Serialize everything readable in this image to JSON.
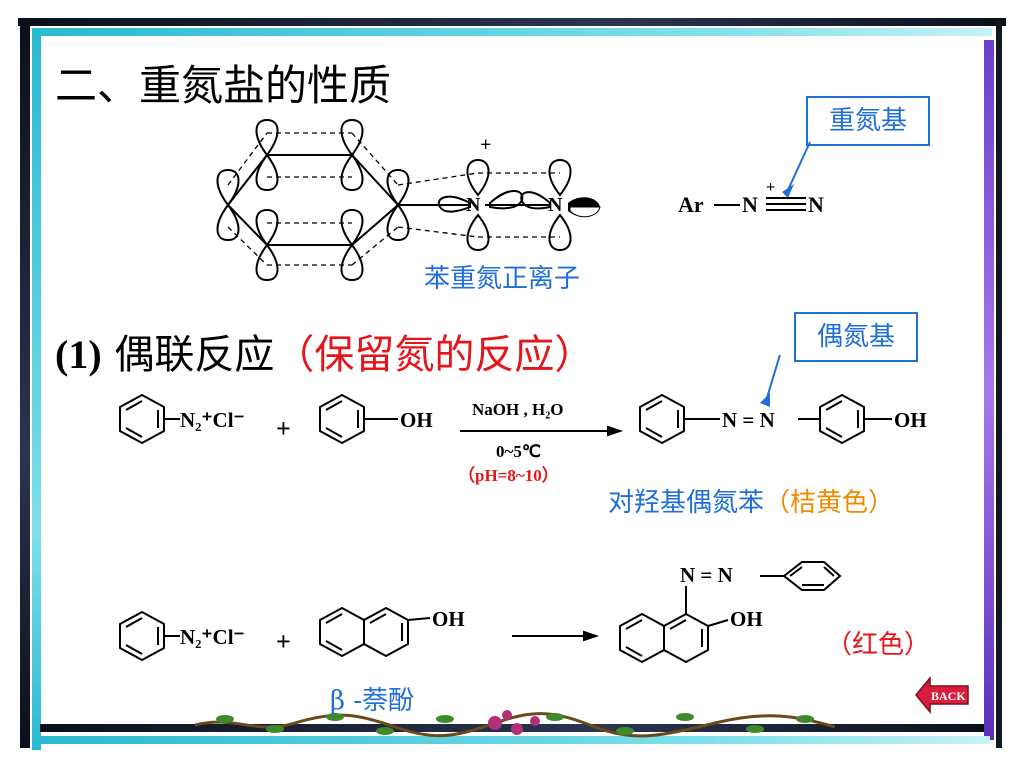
{
  "slide": {
    "title": "二、重氮盐的性质",
    "section_heading": {
      "number": "(1)",
      "title": "偶联反应",
      "subtitle": "（保留氮的反应）"
    }
  },
  "structure_labels": {
    "benzenediazonium_ion": "苯重氮正离子",
    "diazo_group": "重氮基",
    "azo_group": "偶氮基",
    "ar_formula": {
      "ar": "Ar",
      "n1": "N",
      "plus": "+",
      "n2": "N"
    }
  },
  "reaction1": {
    "reagent_line": "NaOH , H₂O",
    "condition_temp": "0~5℃",
    "condition_ph": "（pH=8~10）",
    "reactant_diazonium": "N₂⁺Cl⁻",
    "reactant_phenol_group": "OH",
    "plus_sign": "+",
    "product_azo": "N = N",
    "product_oh": "OH",
    "product_name": "对羟基偶氮苯",
    "product_color": "（桔黄色）"
  },
  "reaction2": {
    "reactant_diazonium": "N₂⁺Cl⁻",
    "plus_sign": "+",
    "naphthol_oh": "OH",
    "naphthol_name": "β -萘酚",
    "product_azo": "N = N",
    "product_oh": "OH",
    "product_color": "（红色）"
  },
  "nav": {
    "back_label": "BACK"
  },
  "colors": {
    "title_black": "#000000",
    "red": "#e4161b",
    "blue": "#1f6fd6",
    "orange": "#f08a00",
    "bar_dark": "#101820",
    "bar_cyan": "#3ec5d5",
    "bar_purple": "#8a4dd9"
  }
}
